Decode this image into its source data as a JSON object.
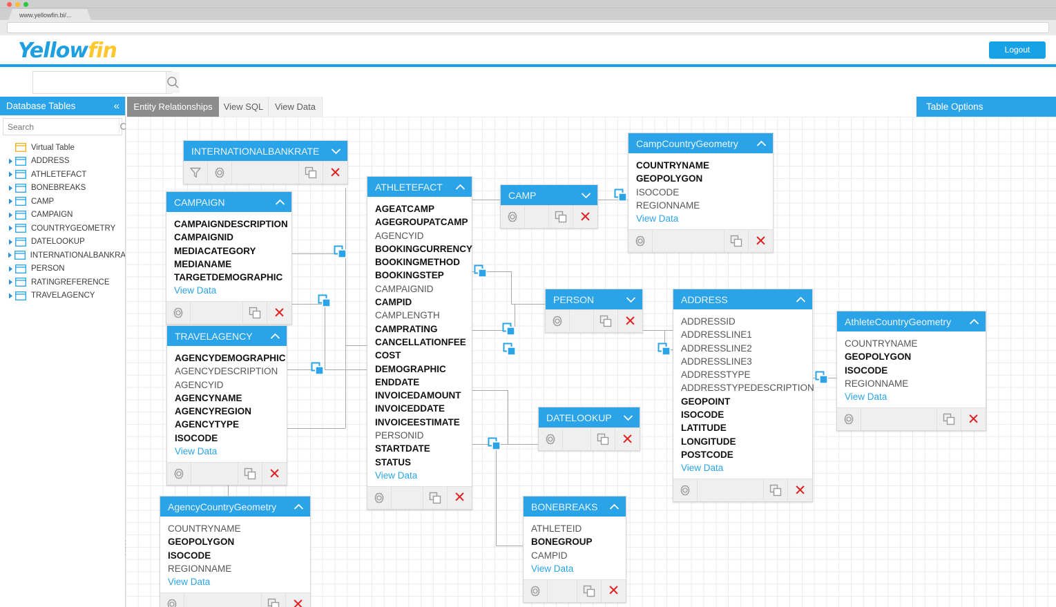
{
  "browser": {
    "tab_title": "www.yellowfin.bi/...",
    "url_value": ""
  },
  "header": {
    "logo_part1": "Yellow",
    "logo_part2": "fin",
    "logout_label": "Logout",
    "accent_color": "#17a2e8"
  },
  "global_search": {
    "value": "",
    "placeholder": "",
    "icon": "search-icon"
  },
  "left_panel": {
    "title": "Database Tables",
    "collapse_icon": "chevron-double-left-icon",
    "search": {
      "value": "",
      "placeholder": "Search",
      "icon": "search-icon",
      "collapse_all_icon": "collapse-all-icon"
    },
    "tree": [
      {
        "label": "Virtual Table",
        "expandable": false,
        "icon_color": "#f0b429"
      },
      {
        "label": "ADDRESS",
        "expandable": true,
        "icon_color": "#31a8e8"
      },
      {
        "label": "ATHLETEFACT",
        "expandable": true,
        "icon_color": "#31a8e8"
      },
      {
        "label": "BONEBREAKS",
        "expandable": true,
        "icon_color": "#31a8e8"
      },
      {
        "label": "CAMP",
        "expandable": true,
        "icon_color": "#31a8e8"
      },
      {
        "label": "CAMPAIGN",
        "expandable": true,
        "icon_color": "#31a8e8"
      },
      {
        "label": "COUNTRYGEOMETRY",
        "expandable": true,
        "icon_color": "#31a8e8"
      },
      {
        "label": "DATELOOKUP",
        "expandable": true,
        "icon_color": "#31a8e8"
      },
      {
        "label": "INTERNATIONALBANKRATE",
        "expandable": true,
        "icon_color": "#31a8e8"
      },
      {
        "label": "PERSON",
        "expandable": true,
        "icon_color": "#31a8e8"
      },
      {
        "label": "RATINGREFERENCE",
        "expandable": true,
        "icon_color": "#31a8e8"
      },
      {
        "label": "TRAVELAGENCY",
        "expandable": true,
        "icon_color": "#31a8e8"
      }
    ]
  },
  "canvas": {
    "tabs": [
      {
        "label": "Entity Relationships",
        "active": true
      },
      {
        "label": "View SQL",
        "active": false
      },
      {
        "label": "View Data",
        "active": false
      }
    ],
    "table_options_label": "Table Options",
    "view_data_label": "View Data",
    "cards": [
      {
        "name": "INTERNATIONALBANKRATE",
        "collapsed": true,
        "has_filter": true,
        "fields": []
      },
      {
        "name": "CAMPAIGN",
        "collapsed": false,
        "has_filter": false,
        "fields": [
          {
            "label": "CAMPAIGNDESCRIPTION",
            "bold": true
          },
          {
            "label": "CAMPAIGNID",
            "bold": true
          },
          {
            "label": "MEDIACATEGORY",
            "bold": true
          },
          {
            "label": "MEDIANAME",
            "bold": true
          },
          {
            "label": "TARGETDEMOGRAPHIC",
            "bold": true
          }
        ]
      },
      {
        "name": "TRAVELAGENCY",
        "collapsed": false,
        "has_filter": false,
        "fields": [
          {
            "label": "AGENCYDEMOGRAPHIC",
            "bold": true
          },
          {
            "label": "AGENCYDESCRIPTION",
            "bold": false
          },
          {
            "label": "AGENCYID",
            "bold": false
          },
          {
            "label": "AGENCYNAME",
            "bold": true
          },
          {
            "label": "AGENCYREGION",
            "bold": true
          },
          {
            "label": "AGENCYTYPE",
            "bold": true
          },
          {
            "label": "ISOCODE",
            "bold": true
          }
        ]
      },
      {
        "name": "AgencyCountryGeometry",
        "collapsed": false,
        "has_filter": false,
        "fields": [
          {
            "label": "COUNTRYNAME",
            "bold": false
          },
          {
            "label": "GEOPOLYGON",
            "bold": true
          },
          {
            "label": "ISOCODE",
            "bold": true
          },
          {
            "label": "REGIONNAME",
            "bold": false
          }
        ]
      },
      {
        "name": "ATHLETEFACT",
        "collapsed": false,
        "has_filter": false,
        "fields": [
          {
            "label": "AGEATCAMP",
            "bold": true
          },
          {
            "label": "AGEGROUPATCAMP",
            "bold": true
          },
          {
            "label": "AGENCYID",
            "bold": false
          },
          {
            "label": "BOOKINGCURRENCY",
            "bold": true
          },
          {
            "label": "BOOKINGMETHOD",
            "bold": true
          },
          {
            "label": "BOOKINGSTEP",
            "bold": true
          },
          {
            "label": "CAMPAIGNID",
            "bold": false
          },
          {
            "label": "CAMPID",
            "bold": true
          },
          {
            "label": "CAMPLENGTH",
            "bold": false
          },
          {
            "label": "CAMPRATING",
            "bold": true
          },
          {
            "label": "CANCELLATIONFEE",
            "bold": true
          },
          {
            "label": "COST",
            "bold": true
          },
          {
            "label": "DEMOGRAPHIC",
            "bold": true
          },
          {
            "label": "ENDDATE",
            "bold": true
          },
          {
            "label": "INVOICEDAMOUNT",
            "bold": true
          },
          {
            "label": "INVOICEDDATE",
            "bold": true
          },
          {
            "label": "INVOICEESTIMATE",
            "bold": true
          },
          {
            "label": "PERSONID",
            "bold": false
          },
          {
            "label": "STARTDATE",
            "bold": true
          },
          {
            "label": "STATUS",
            "bold": true
          }
        ]
      },
      {
        "name": "CAMP",
        "collapsed": true,
        "has_filter": false,
        "fields": []
      },
      {
        "name": "DATELOOKUP",
        "collapsed": true,
        "has_filter": false,
        "fields": []
      },
      {
        "name": "BONEBREAKS",
        "collapsed": false,
        "has_filter": false,
        "fields": [
          {
            "label": "ATHLETEID",
            "bold": false
          },
          {
            "label": "BONEGROUP",
            "bold": true
          },
          {
            "label": "CAMPID",
            "bold": false
          }
        ]
      },
      {
        "name": "PERSON",
        "collapsed": true,
        "has_filter": false,
        "fields": []
      },
      {
        "name": "CampCountryGeometry",
        "collapsed": false,
        "has_filter": false,
        "fields": [
          {
            "label": "COUNTRYNAME",
            "bold": true
          },
          {
            "label": "GEOPOLYGON",
            "bold": true
          },
          {
            "label": "ISOCODE",
            "bold": false
          },
          {
            "label": "REGIONNAME",
            "bold": false
          }
        ]
      },
      {
        "name": "ADDRESS",
        "collapsed": false,
        "has_filter": false,
        "fields": [
          {
            "label": "ADDRESSID",
            "bold": false
          },
          {
            "label": "ADDRESSLINE1",
            "bold": false
          },
          {
            "label": "ADDRESSLINE2",
            "bold": false
          },
          {
            "label": "ADDRESSLINE3",
            "bold": false
          },
          {
            "label": "ADDRESSTYPE",
            "bold": false
          },
          {
            "label": "ADDRESSTYPEDESCRIPTION",
            "bold": false
          },
          {
            "label": "GEOPOINT",
            "bold": true
          },
          {
            "label": "ISOCODE",
            "bold": true
          },
          {
            "label": "LATITUDE",
            "bold": true
          },
          {
            "label": "LONGITUDE",
            "bold": true
          },
          {
            "label": "POSTCODE",
            "bold": true
          }
        ]
      },
      {
        "name": "AthleteCountryGeometry",
        "collapsed": false,
        "has_filter": false,
        "fields": [
          {
            "label": "COUNTRYNAME",
            "bold": false
          },
          {
            "label": "GEOPOLYGON",
            "bold": true
          },
          {
            "label": "ISOCODE",
            "bold": true
          },
          {
            "label": "REGIONNAME",
            "bold": false
          }
        ]
      }
    ],
    "card_icons": {
      "filter": "filter-icon",
      "settings": "gear-icon",
      "duplicate": "copy-icon",
      "remove": "close-icon",
      "expand": "chevron-down-icon",
      "collapse": "chevron-up-icon"
    },
    "join_icon": "join-link-icon"
  }
}
